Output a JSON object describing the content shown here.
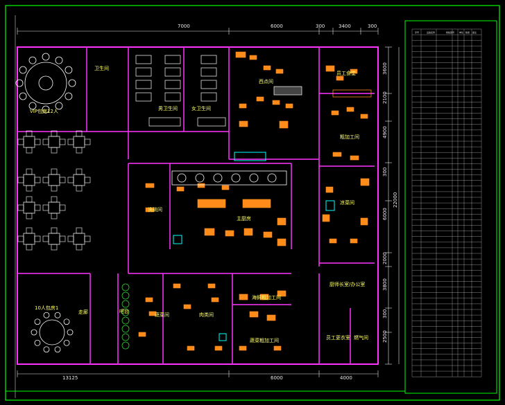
{
  "colors": {
    "background": "#000000",
    "frame": "#00ff00",
    "wall": "#ff33ff",
    "furniture": "#ff8c1a",
    "dimension": "#e8e8e8",
    "fixture": "#00ffff",
    "text": "#ffff66"
  },
  "dimensions": {
    "top": [
      "7000",
      "6000",
      "300",
      "3400",
      "300"
    ],
    "bottom": [
      "13125",
      "6000",
      "4000"
    ],
    "right": [
      "3600",
      "2100",
      "4900",
      "300",
      "6000",
      "22000",
      "2000",
      "3800",
      "300",
      "2500"
    ]
  },
  "rooms": {
    "vip12": "VIP包房12人",
    "toilet": "卫生间",
    "male_wc": "男卫生间",
    "female_wc": "女卫生间",
    "western": "西点间",
    "staff_canteen": "员工食堂",
    "prep": "粗加工间",
    "cold": "凉菜间",
    "main_kitchen": "主厨房",
    "dish": "洗碗间",
    "seafood": "海鲜粗加工间",
    "veg_store": "蔬菜间",
    "meat_store": "肉类间",
    "veg_prep": "蔬菜粗加工间",
    "office": "厨师长室/办公室",
    "staff": "员工更衣室",
    "gas": "燃气间",
    "room10": "10人包房1",
    "corridor": "走廊",
    "bar": "吧台"
  },
  "table": {
    "headers": [
      "序号",
      "设备名称",
      "规格型号",
      "单位",
      "数量",
      "备注"
    ],
    "row_count": 62
  }
}
